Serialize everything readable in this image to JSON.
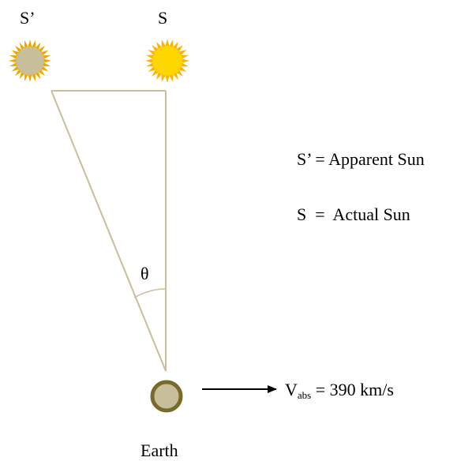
{
  "labels": {
    "apparent_sun": "S’",
    "actual_sun": "S",
    "angle": "θ",
    "earth": "Earth"
  },
  "legend": {
    "apparent": "S’ = Apparent Sun",
    "actual": "S  =  Actual Sun"
  },
  "velocity": {
    "symbol": "V",
    "subscript": "abs",
    "value": " = 390 km/s"
  },
  "colors": {
    "triangle_line": "#c8bf9a",
    "sun_actual": "#ffd700",
    "sun_actual_rays": "#ffb300",
    "sun_apparent": "#c8bf9a",
    "sun_apparent_rays": "#f0a800",
    "earth_fill": "#c8bf9a",
    "earth_ring": "#7a6a2a",
    "arrow": "#000000"
  }
}
